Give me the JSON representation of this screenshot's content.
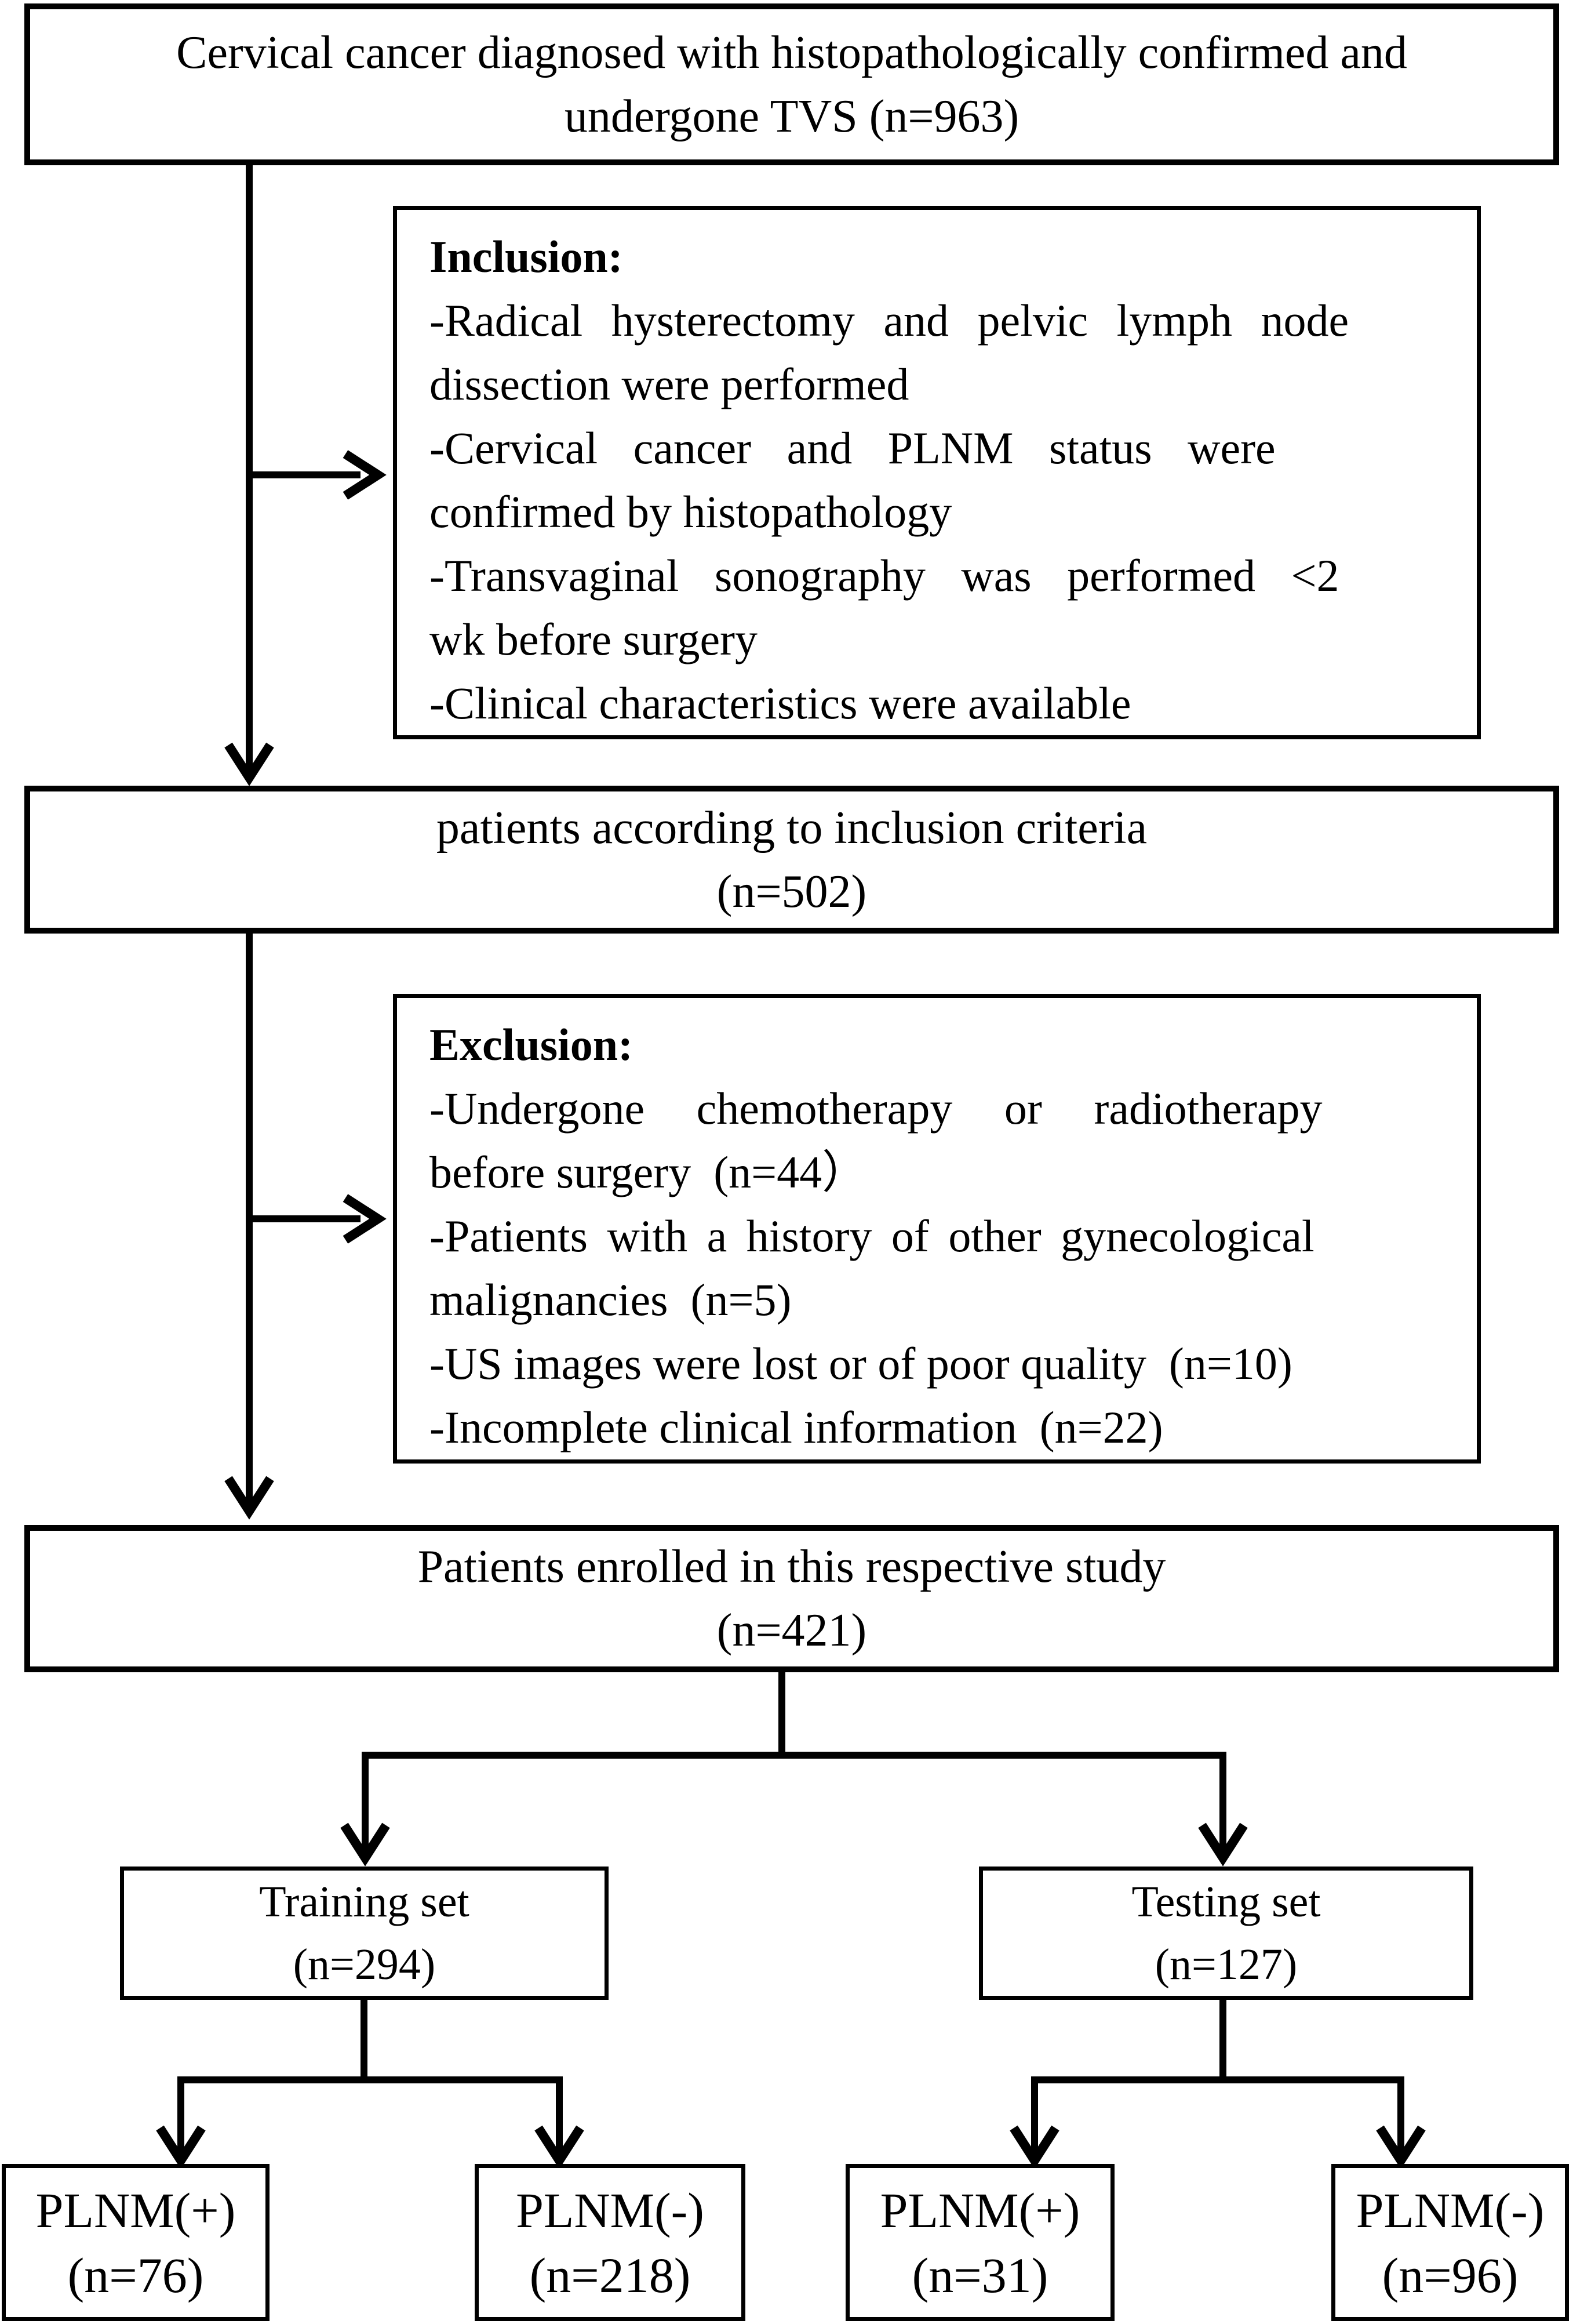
{
  "colors": {
    "line": "#000000",
    "text": "#000000",
    "background": "#ffffff"
  },
  "boxes": {
    "top": {
      "lines": [
        "Cervical cancer diagnosed with histopathologically confirmed and",
        "undergone TVS (n=963)"
      ]
    },
    "inclusion": {
      "title": "Inclusion:",
      "lines": [
        "-Radical hysterectomy and pelvic lymph node",
        "dissection were performed",
        "-Cervical cancer and PLNM status were",
        "confirmed by histopathology",
        "-Transvaginal sonography was performed <2",
        "wk before surgery",
        "-Clinical characteristics were available"
      ]
    },
    "criteria": {
      "lines": [
        "patients according to inclusion criteria",
        "(n=502)"
      ]
    },
    "exclusion": {
      "title": "Exclusion:",
      "lines": [
        "-Undergone chemotherapy or radiotherapy",
        "before surgery  (n=44）",
        "-Patients with a history of other gynecological",
        "malignancies  (n=5)",
        "-US images were lost or of poor quality  (n=10)",
        "-Incomplete clinical information  (n=22)"
      ]
    },
    "enrolled": {
      "lines": [
        "Patients enrolled in this respective study",
        "(n=421)"
      ]
    },
    "training": {
      "lines": [
        "Training set",
        "(n=294)"
      ]
    },
    "testing": {
      "lines": [
        "Testing set",
        "(n=127)"
      ]
    },
    "training_plnm_pos": {
      "lines": [
        "PLNM(+)",
        "(n=76)"
      ]
    },
    "training_plnm_neg": {
      "lines": [
        "PLNM(-)",
        "(n=218)"
      ]
    },
    "testing_plnm_pos": {
      "lines": [
        "PLNM(+)",
        "(n=31)"
      ]
    },
    "testing_plnm_neg": {
      "lines": [
        "PLNM(-)",
        "(n=96)"
      ]
    }
  }
}
